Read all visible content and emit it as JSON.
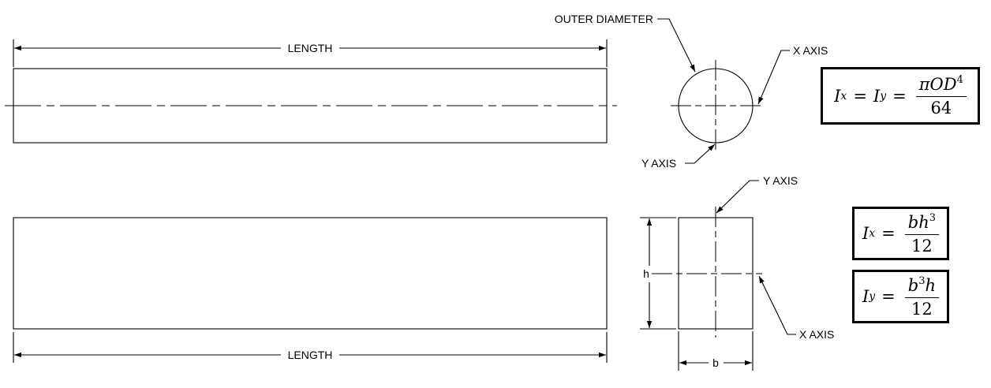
{
  "labels": {
    "length_top": "LENGTH",
    "length_bottom": "LENGTH",
    "outer_diameter": "OUTER DIAMETER",
    "circle_x_axis": "X AXIS",
    "circle_y_axis": "Y AXIS",
    "rect_y_axis": "Y AXIS",
    "rect_x_axis": "X AXIS",
    "height": "h",
    "base": "b"
  },
  "formulas": {
    "round": {
      "lhs1": "I",
      "lhs1_sub": "x",
      "eq": "=",
      "lhs2": "I",
      "lhs2_sub": "y",
      "eq2": "=",
      "num": "πOD",
      "num_sup": "4",
      "den": "64"
    },
    "rect_ix": {
      "lhs": "I",
      "lhs_sub": "x",
      "eq": "=",
      "num": "bh",
      "num_sup": "3",
      "den": "12"
    },
    "rect_iy": {
      "lhs": "I",
      "lhs_sub": "y",
      "eq": "=",
      "num_b": "b",
      "num_sup": "3",
      "num_h": "h",
      "den": "12"
    }
  }
}
